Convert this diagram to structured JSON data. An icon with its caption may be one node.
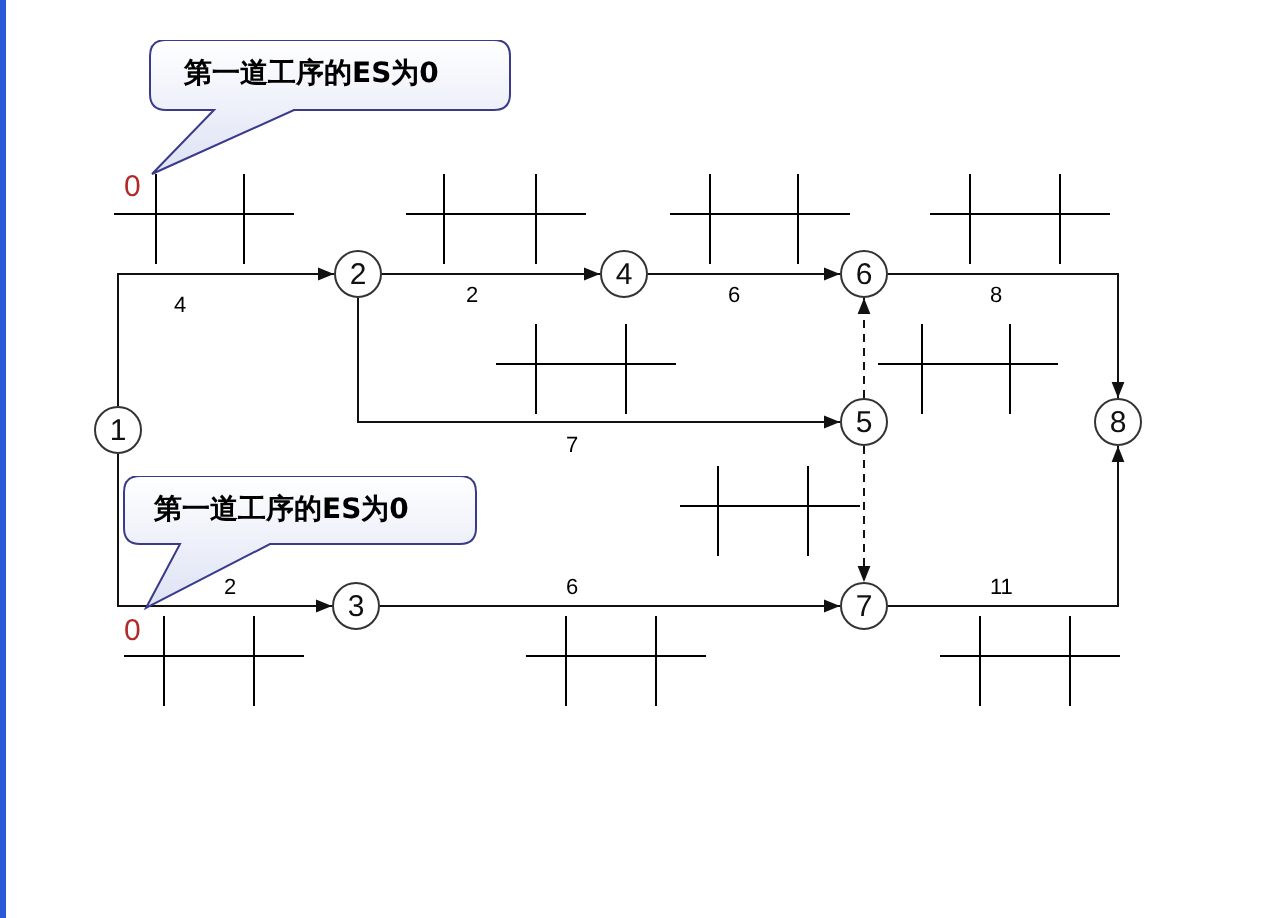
{
  "diagram": {
    "nodes": [
      {
        "text": [
          "第一道工序的ES为0"
        ]
      },
      {
        "text": [
          "第一道工序的ES为0"
        ]
      },
      {
        "text": [
          "1"
        ]
      },
      {
        "text": [
          "2"
        ]
      },
      {
        "text": [
          "3"
        ]
      },
      {
        "text": [
          "4"
        ]
      },
      {
        "text": [
          "5"
        ]
      },
      {
        "text": [
          "6"
        ]
      },
      {
        "text": [
          "7"
        ]
      },
      {
        "text": [
          "8"
        ]
      }
    ],
    "edges": [
      {
        "from": 2,
        "to": 3,
        "arrow": "to",
        "label": "4"
      },
      {
        "from": 3,
        "to": 5,
        "arrow": "to",
        "label": "2"
      },
      {
        "from": 5,
        "to": 7,
        "arrow": "to",
        "label": "6"
      },
      {
        "from": 7,
        "to": 9,
        "arrow": "to",
        "label": "8"
      },
      {
        "from": 3,
        "to": 6,
        "arrow": "to",
        "label": "7"
      },
      {
        "from": 2,
        "to": 4,
        "arrow": "to",
        "label": "2"
      },
      {
        "from": 4,
        "to": 8,
        "arrow": "to",
        "label": "6"
      },
      {
        "from": 8,
        "to": 9,
        "arrow": "to",
        "label": "11"
      },
      {
        "from": 6,
        "to": 7,
        "arrow": "to",
        "style": "dashed"
      },
      {
        "from": 6,
        "to": 8,
        "arrow": "to",
        "style": "dashed"
      }
    ],
    "labels": [
      "0",
      "0"
    ]
  }
}
